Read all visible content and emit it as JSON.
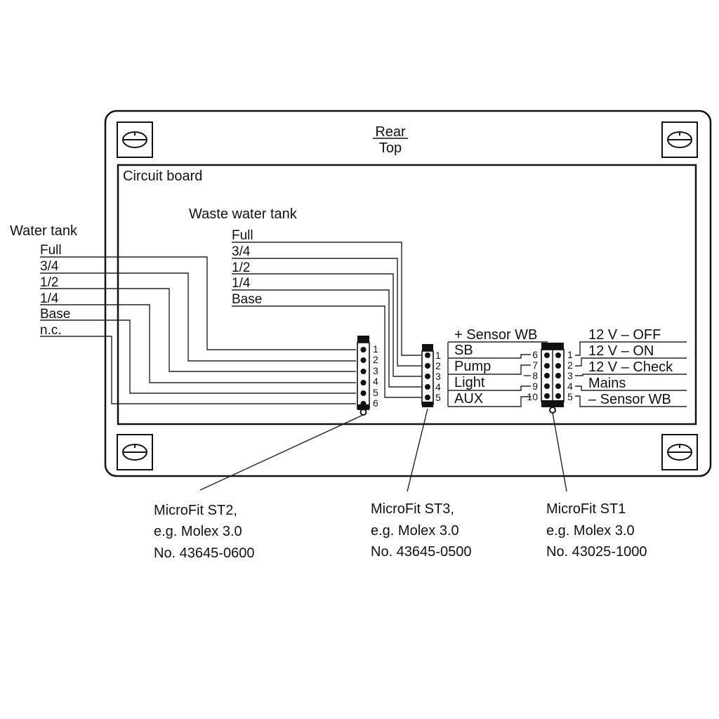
{
  "header": {
    "rear": "Rear",
    "top": "Top"
  },
  "board_label": "Circuit board",
  "water_tank": {
    "title": "Water tank",
    "levels": [
      "Full",
      "3/4",
      "1/2",
      "1/4",
      "Base",
      "n.c."
    ]
  },
  "waste_tank": {
    "title": "Waste water tank",
    "levels": [
      "Full",
      "3/4",
      "1/2",
      "1/4",
      "Base"
    ]
  },
  "st2": {
    "pins": [
      "1",
      "2",
      "3",
      "4",
      "5",
      "6"
    ]
  },
  "st3": {
    "pins": [
      "1",
      "2",
      "3",
      "4",
      "5"
    ],
    "labels": [
      "SB",
      "Pump",
      "Light",
      "AUX"
    ]
  },
  "st1": {
    "sensor_label": "+ Sensor WB",
    "left_pins": [
      "6",
      "7",
      "8",
      "9",
      "10"
    ],
    "right_pins": [
      "1",
      "2",
      "3",
      "4",
      "5"
    ],
    "right_labels": [
      "12 V – OFF",
      "12 V – ON",
      "12 V – Check",
      "Mains",
      "– Sensor WB"
    ]
  },
  "captions": [
    {
      "line1": "MicroFit ST2,",
      "line2": "e.g. Molex 3.0",
      "line3": "No. 43645-0600"
    },
    {
      "line1": "MicroFit ST3,",
      "line2": "e.g. Molex 3.0",
      "line3": "No. 43645-0500"
    },
    {
      "line1": "MicroFit ST1",
      "line2": "e.g. Molex 3.0",
      "line3": "No. 43025-1000"
    }
  ]
}
